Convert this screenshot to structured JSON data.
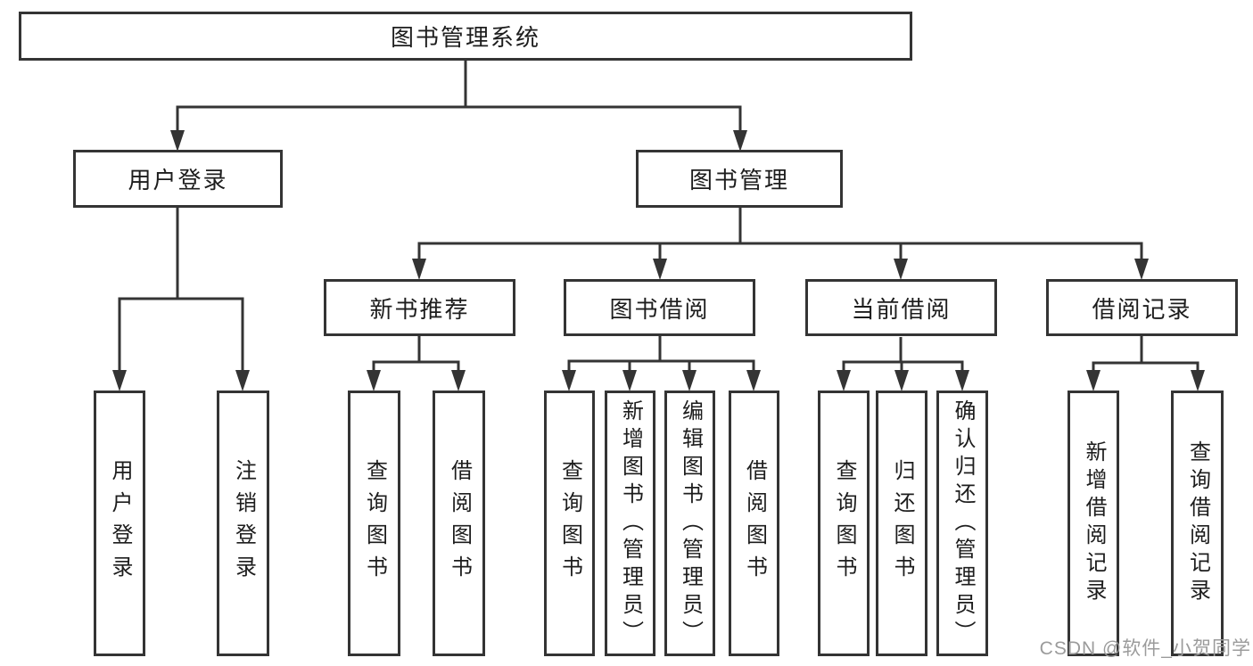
{
  "diagram": {
    "type": "hierarchy-chart",
    "colors": {
      "line": "#343434",
      "border": "#343434",
      "text": "#1d1d1d",
      "watermark": "#9b9b9b",
      "background": "#ffffff"
    },
    "root": {
      "label": "图书管理系统"
    },
    "branches": [
      {
        "label": "用户登录",
        "children": [
          {
            "label": "用户登录"
          },
          {
            "label": "注销登录"
          }
        ]
      },
      {
        "label": "图书管理",
        "children": [
          {
            "label": "新书推荐",
            "children": [
              {
                "label": "查询图书"
              },
              {
                "label": "借阅图书"
              }
            ]
          },
          {
            "label": "图书借阅",
            "children": [
              {
                "label": "查询图书"
              },
              {
                "label": "新增图书（管理员）"
              },
              {
                "label": "编辑图书（管理员）"
              },
              {
                "label": "借阅图书"
              }
            ]
          },
          {
            "label": "当前借阅",
            "children": [
              {
                "label": "查询图书"
              },
              {
                "label": "归还图书"
              },
              {
                "label": "确认归还（管理员）"
              }
            ]
          },
          {
            "label": "借阅记录",
            "children": [
              {
                "label": "新增借阅记录"
              },
              {
                "label": "查询借阅记录"
              }
            ]
          }
        ]
      }
    ],
    "watermark": {
      "text": "CSDN @软件_小贺同学"
    }
  }
}
